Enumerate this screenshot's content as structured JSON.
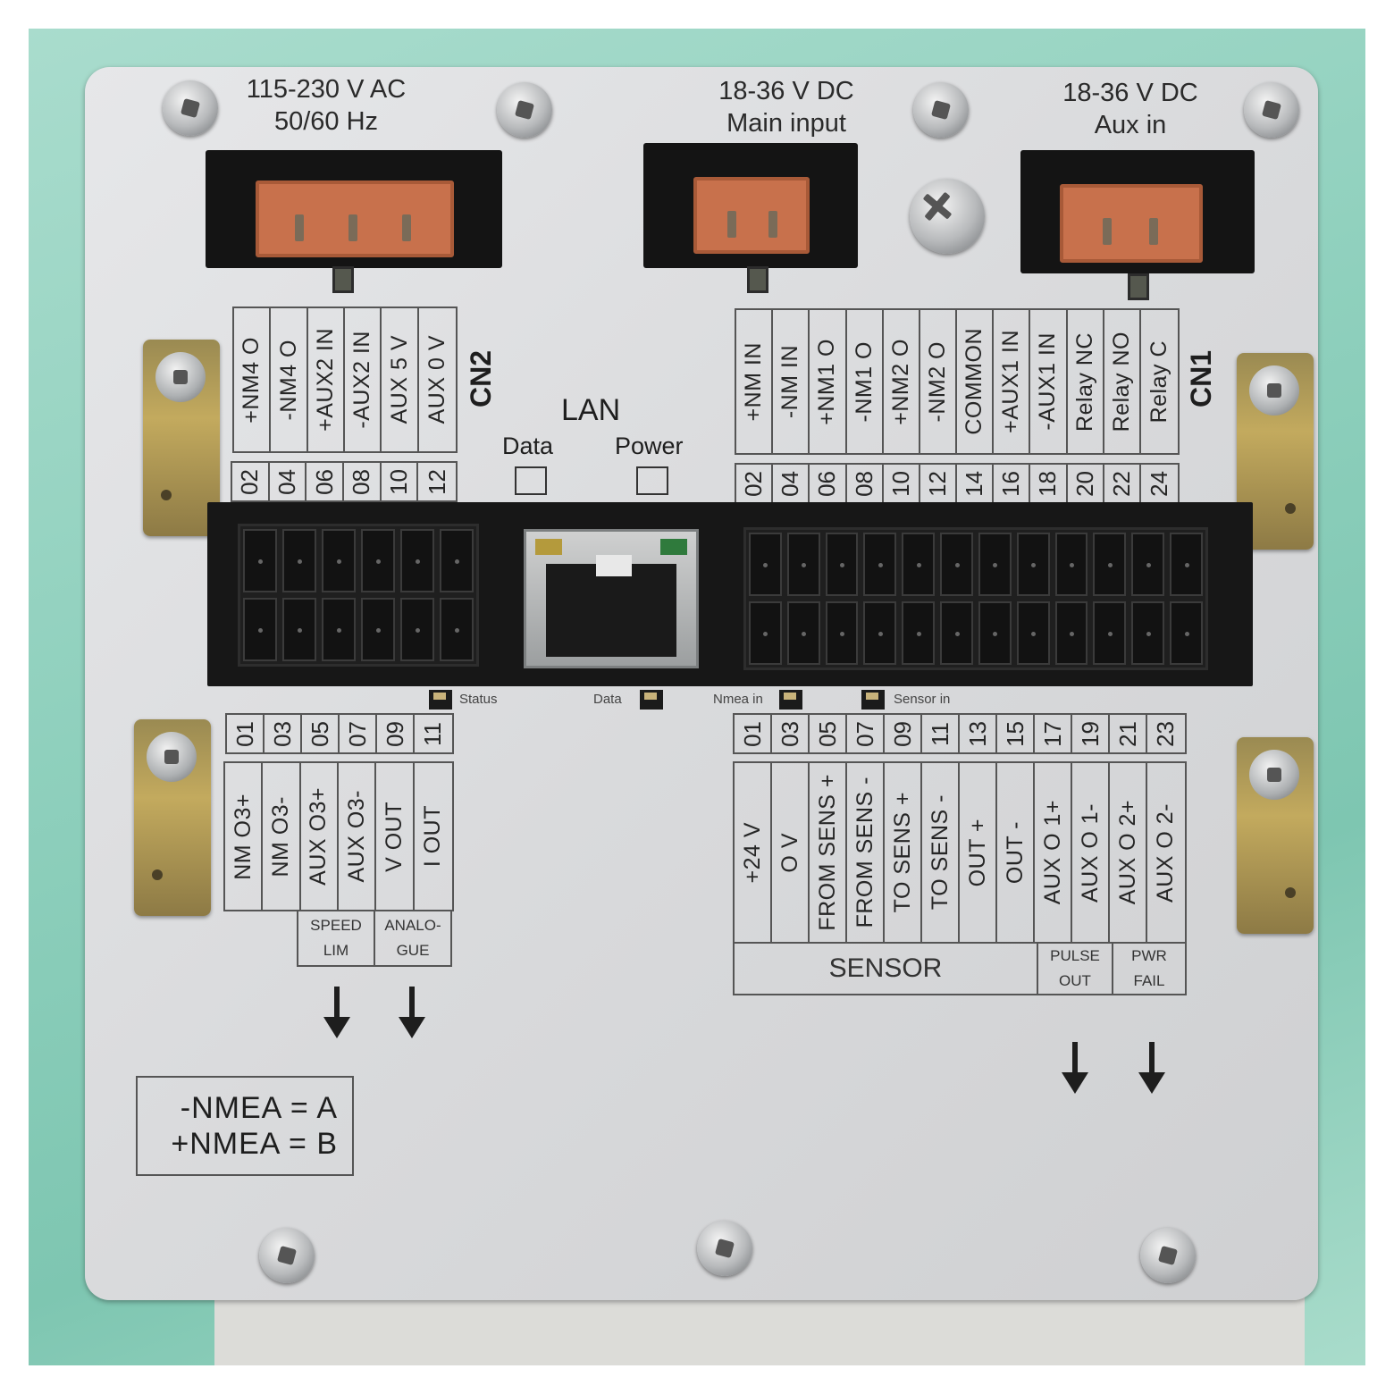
{
  "photo": {
    "subject": "Electronics controller rear terminal panel",
    "colors": {
      "panel": "#d9dadc",
      "background_bag": "#8fd0bd",
      "plug": "#c8714c",
      "connector": "#141414"
    }
  },
  "power_inputs": [
    {
      "line1": "115-230 V AC",
      "line2": "50/60 Hz",
      "pins": 3
    },
    {
      "line1": "18-36 V DC",
      "line2": "Main input",
      "pins": 2
    },
    {
      "line1": "18-36 V DC",
      "line2": "Aux in",
      "pins": 2
    }
  ],
  "cn2": {
    "label": "CN2",
    "even_pins": [
      {
        "num": "02",
        "label": "+NM4 O"
      },
      {
        "num": "04",
        "label": "-NM4 O"
      },
      {
        "num": "06",
        "label": "+AUX2 IN"
      },
      {
        "num": "08",
        "label": "-AUX2 IN"
      },
      {
        "num": "10",
        "label": "AUX 5 V"
      },
      {
        "num": "12",
        "label": "AUX 0 V"
      }
    ],
    "odd_pins": [
      {
        "num": "01",
        "label": "NM O3+"
      },
      {
        "num": "03",
        "label": "NM O3-"
      },
      {
        "num": "05",
        "label": "AUX O3+"
      },
      {
        "num": "07",
        "label": "AUX O3-"
      },
      {
        "num": "09",
        "label": "V OUT"
      },
      {
        "num": "11",
        "label": "I OUT"
      }
    ],
    "groups": [
      {
        "line1": "SPEED",
        "line2": "LIM"
      },
      {
        "line1": "ANALO-",
        "line2": "GUE"
      }
    ]
  },
  "lan": {
    "title": "LAN",
    "leds": [
      {
        "label": "Data"
      },
      {
        "label": "Power"
      }
    ]
  },
  "cn1": {
    "label": "CN1",
    "even_pins": [
      {
        "num": "02",
        "label": "+NM IN"
      },
      {
        "num": "04",
        "label": "-NM IN"
      },
      {
        "num": "06",
        "label": "+NM1 O"
      },
      {
        "num": "08",
        "label": "-NM1 O"
      },
      {
        "num": "10",
        "label": "+NM2 O"
      },
      {
        "num": "12",
        "label": "-NM2 O"
      },
      {
        "num": "14",
        "label": "COMMON"
      },
      {
        "num": "16",
        "label": "+AUX1 IN"
      },
      {
        "num": "18",
        "label": "-AUX1 IN"
      },
      {
        "num": "20",
        "label": "Relay NC"
      },
      {
        "num": "22",
        "label": "Relay NO"
      },
      {
        "num": "24",
        "label": "Relay C"
      }
    ],
    "odd_pins": [
      {
        "num": "01",
        "label": "+24 V"
      },
      {
        "num": "03",
        "label": "O V"
      },
      {
        "num": "05",
        "label": "FROM SENS +"
      },
      {
        "num": "07",
        "label": "FROM SENS -"
      },
      {
        "num": "09",
        "label": "TO SENS +"
      },
      {
        "num": "11",
        "label": "TO SENS -"
      },
      {
        "num": "13",
        "label": "OUT +"
      },
      {
        "num": "15",
        "label": "OUT -"
      },
      {
        "num": "17",
        "label": "AUX O 1+"
      },
      {
        "num": "19",
        "label": "AUX O 1-"
      },
      {
        "num": "21",
        "label": "AUX O 2+"
      },
      {
        "num": "23",
        "label": "AUX O 2-"
      }
    ],
    "groups": [
      {
        "line1": "SENSOR",
        "line2": ""
      },
      {
        "line1": "PULSE",
        "line2": "OUT"
      },
      {
        "line1": "PWR",
        "line2": "FAIL"
      }
    ]
  },
  "status_leds": [
    {
      "label": "Status"
    },
    {
      "label": "Data"
    },
    {
      "label": "Nmea in"
    },
    {
      "label": "Sensor in"
    }
  ],
  "nmea_legend": {
    "line1": "-NMEA = A",
    "line2": "+NMEA = B"
  }
}
